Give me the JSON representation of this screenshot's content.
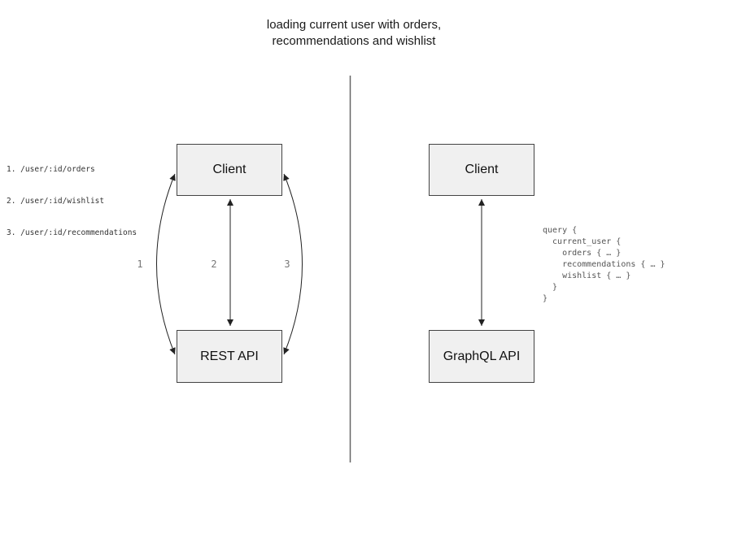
{
  "title": "loading current user with orders,\nrecommendations and wishlist",
  "rest_panel": {
    "endpoints": [
      "1. /user/:id/orders",
      "2. /user/:id/wishlist",
      "3. /user/:id/recommendations"
    ],
    "client_label": "Client",
    "api_label": "REST API",
    "arrow_labels": [
      "1",
      "2",
      "3"
    ]
  },
  "graphql_panel": {
    "client_label": "Client",
    "api_label": "GraphQL API",
    "query": "query {\n  current_user {\n    orders { … }\n    recommendations { … }\n    wishlist { … }\n  }\n}"
  },
  "colors": {
    "box_fill": "#f0f0f0",
    "box_border": "#444444",
    "arrow": "#222222",
    "divider": "#666666",
    "arrow_label_text": "#777777",
    "code_text": "#555555"
  }
}
